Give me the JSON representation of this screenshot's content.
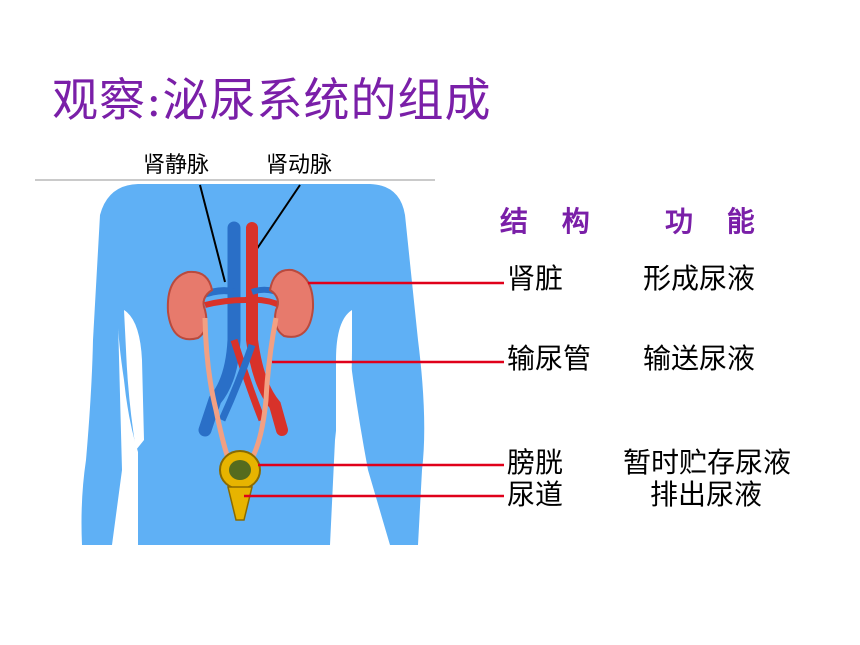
{
  "title": "观察:泌尿系统的组成",
  "vessels": {
    "vein": "肾静脉",
    "artery": "肾动脉"
  },
  "headers": {
    "structure": "结 构",
    "function": "功 能"
  },
  "rows": [
    {
      "structure": "肾脏",
      "function": "形成尿液"
    },
    {
      "structure": "输尿管",
      "function": "输送尿液"
    },
    {
      "structure": "膀胱",
      "function": "暂时贮存尿液"
    },
    {
      "structure": "尿道",
      "function": "排出尿液"
    }
  ],
  "colors": {
    "title": "#7a1fa8",
    "body": "#5fb0f5",
    "leader": "#e0001a",
    "artery": "#d8322a",
    "vein": "#2a6fc7"
  }
}
